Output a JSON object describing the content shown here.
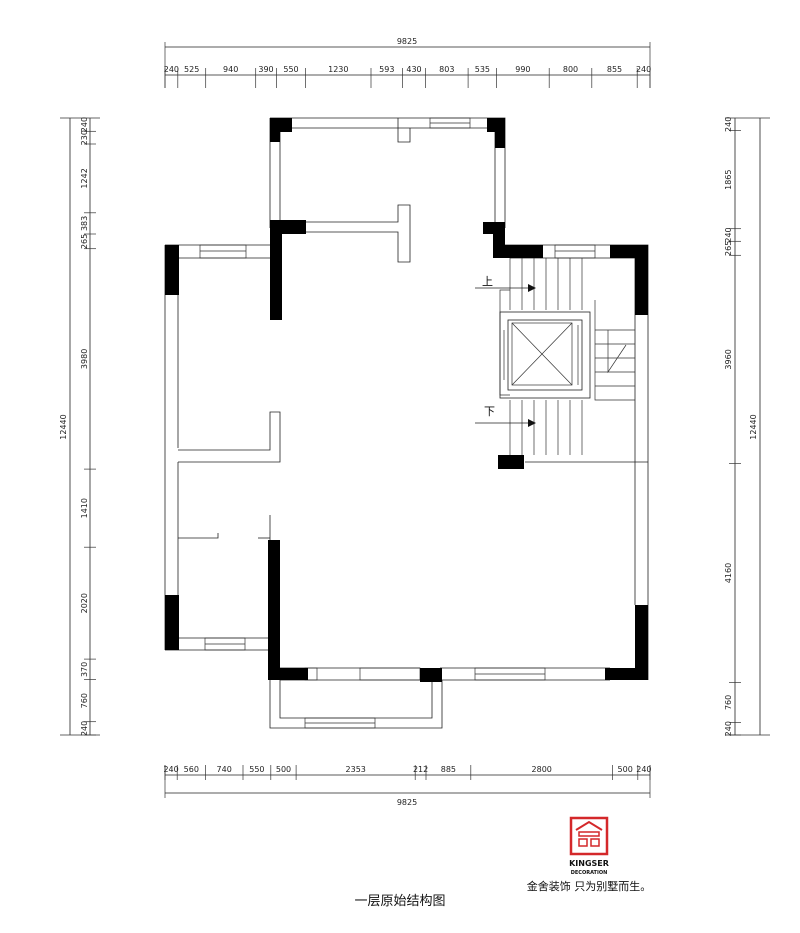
{
  "title": "一层原始结构图",
  "dimensions": {
    "top_total": "9825",
    "top_segments": [
      "240",
      "525",
      "940",
      "390",
      "550",
      "1230",
      "593",
      "430",
      "803",
      "535",
      "990",
      "800",
      "855",
      "240"
    ],
    "bottom_total": "9825",
    "bottom_segments": [
      "240",
      "560",
      "740",
      "550",
      "500",
      "2353",
      "212",
      "885",
      "2800",
      "500",
      "240"
    ],
    "left_total": "12440",
    "left_segments": [
      "240",
      "230",
      "1242",
      "383",
      "265",
      "3980",
      "1410",
      "2020",
      "370",
      "760",
      "240"
    ],
    "right_total": "12440",
    "right_segments": [
      "240",
      "1865",
      "240",
      "265",
      "3960",
      "4160",
      "760",
      "240"
    ]
  },
  "stair_labels": {
    "up": "上",
    "down": "下"
  },
  "logo": {
    "brand_line1": "KINGSER",
    "brand_line2": "DECORATION",
    "slogan": "金舍装饰 只为别墅而生。",
    "color": "#d4282a"
  }
}
